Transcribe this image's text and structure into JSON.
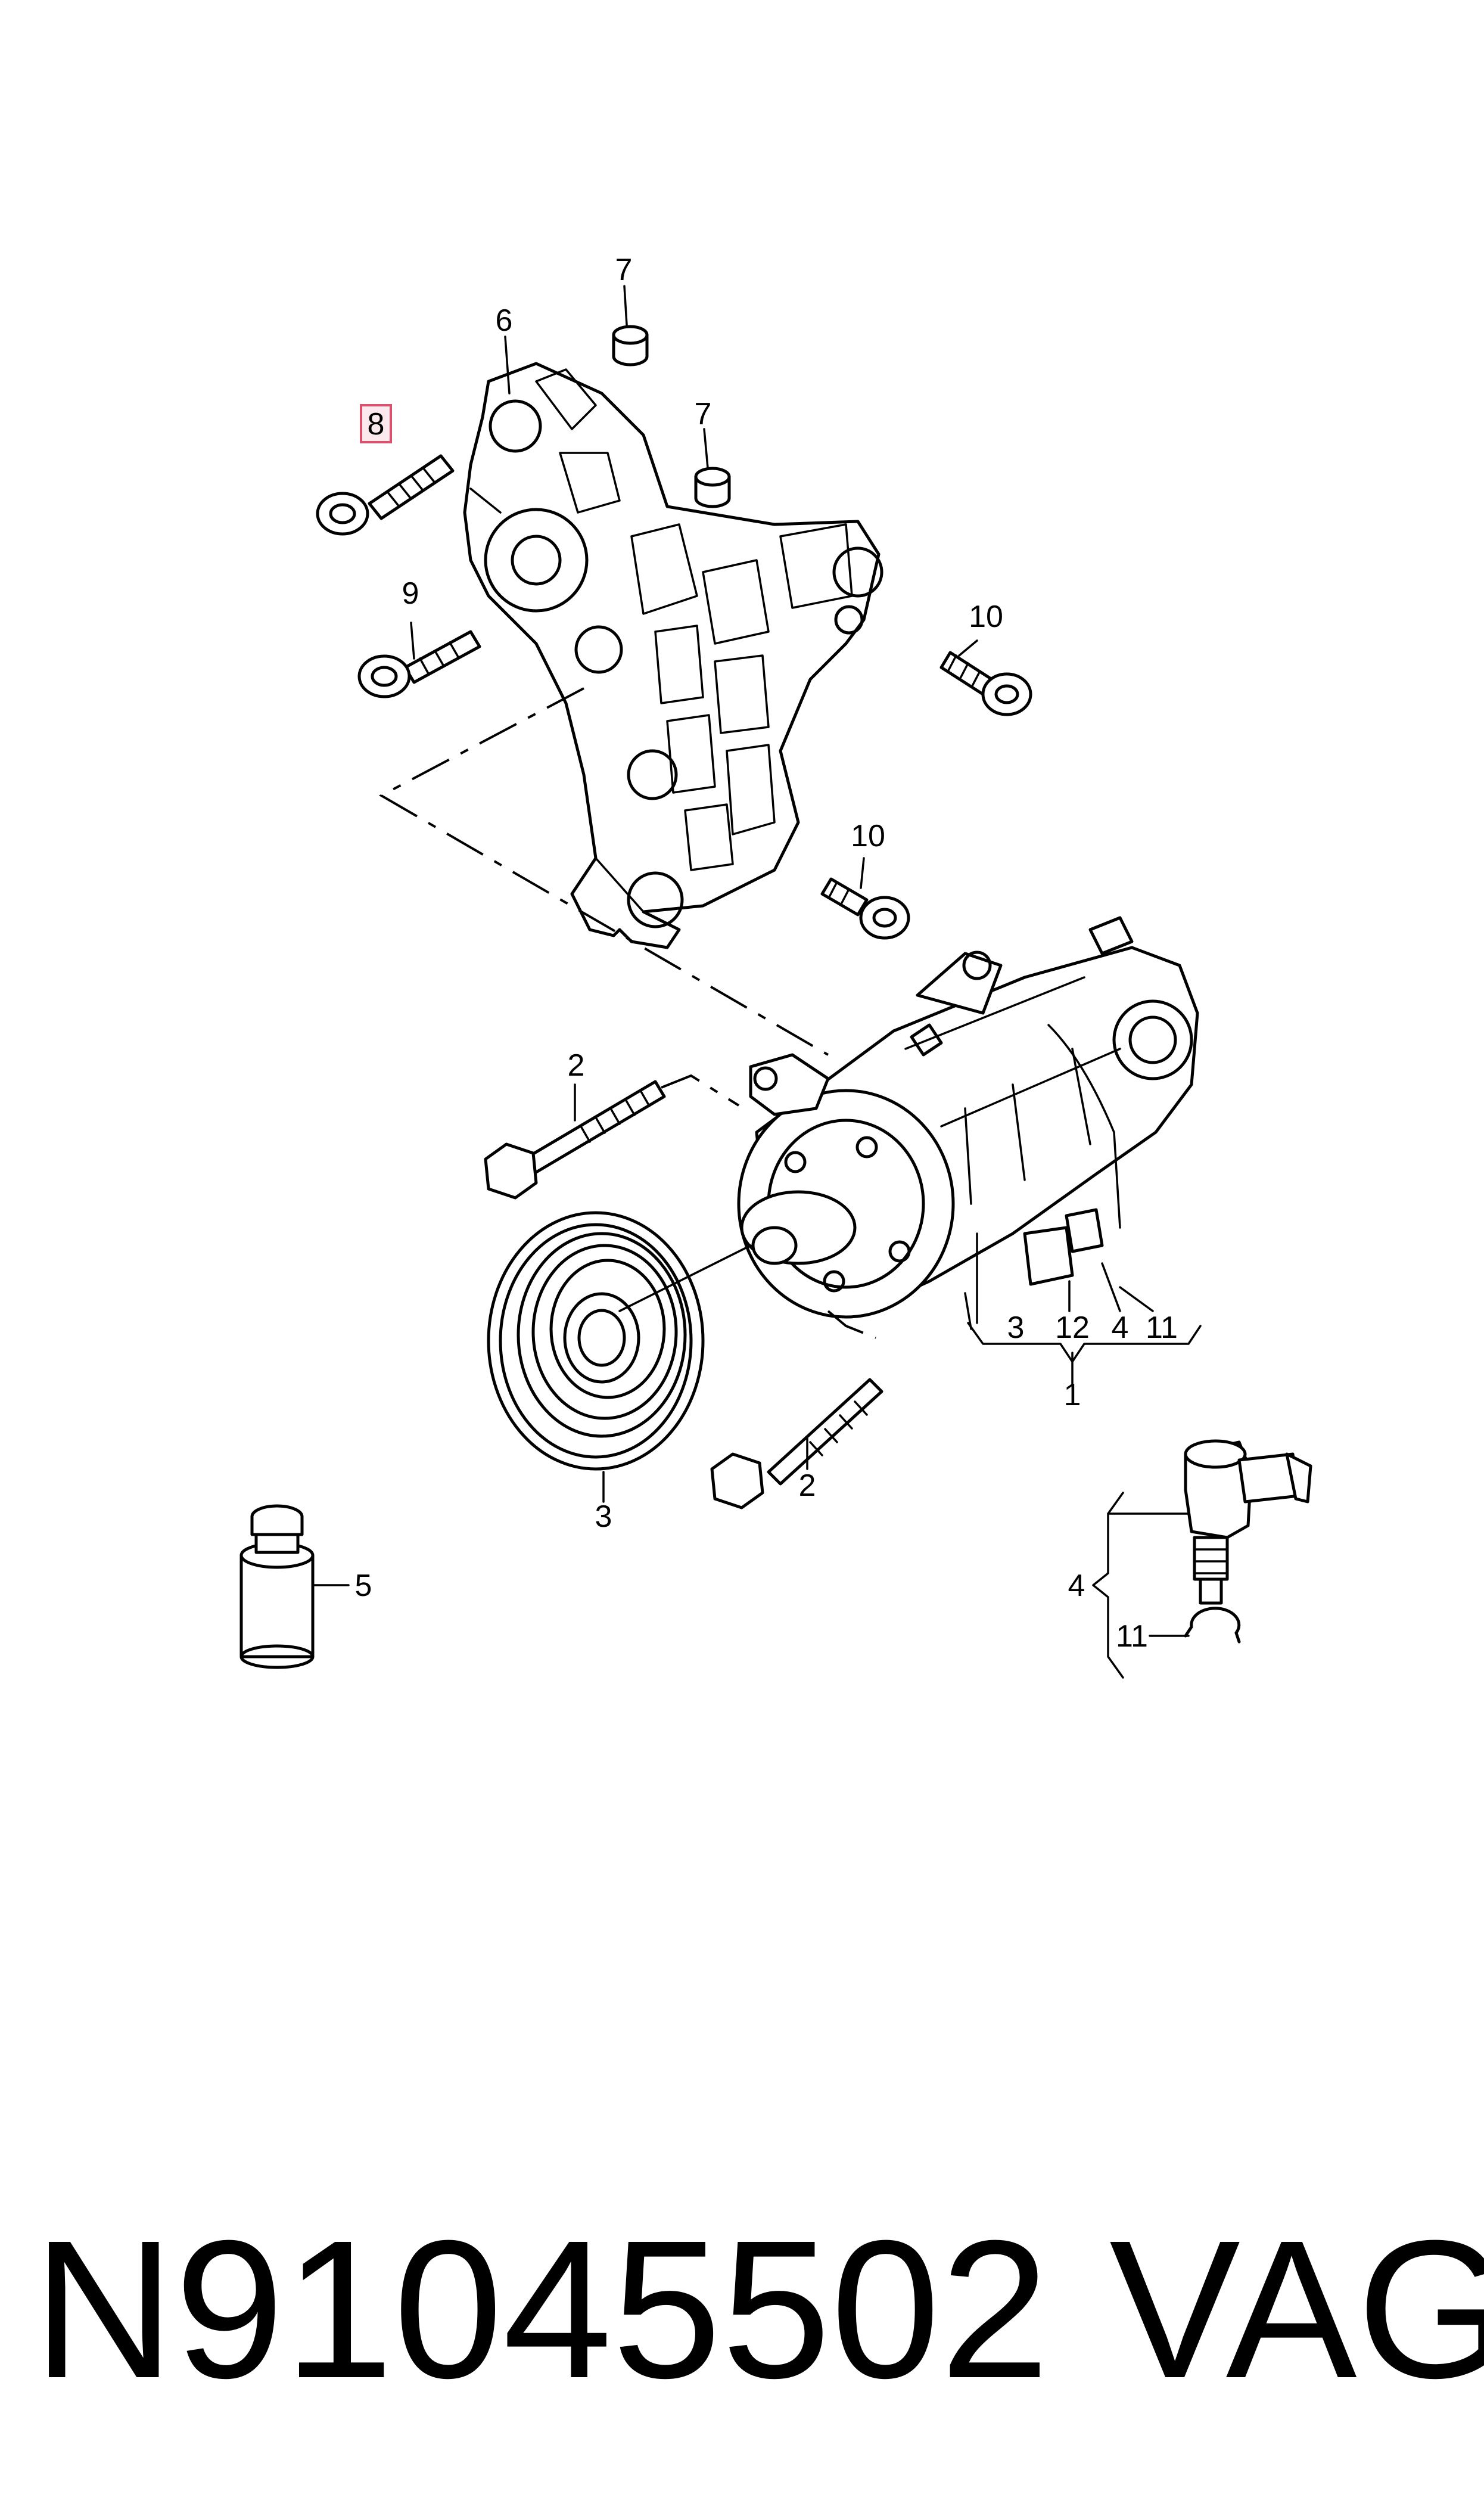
{
  "callouts": {
    "c1": "1",
    "c2a": "2",
    "c2b": "2",
    "c3a": "3",
    "c3b": "3",
    "c4a": "4",
    "c4b": "4",
    "c5": "5",
    "c6": "6",
    "c7a": "7",
    "c7b": "7",
    "c8": "8",
    "c9": "9",
    "c10a": "10",
    "c10b": "10",
    "c11a": "11",
    "c11b": "11",
    "c12": "12"
  },
  "highlighted_callout": "8",
  "highlight_color": "#d9536f",
  "footer": {
    "part_number": "N91045502",
    "brand": "VAG"
  }
}
